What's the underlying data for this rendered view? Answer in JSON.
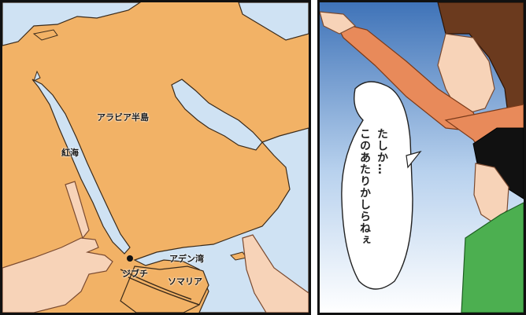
{
  "map": {
    "labels": {
      "arabian_peninsula": "アラビア半島",
      "red_sea": "紅海",
      "gulf_of_aden": "アデン湾",
      "djibouti": "ジブチ",
      "somalia": "ソマリア"
    },
    "colors": {
      "land": "#f2b266",
      "water": "#cfe2f3",
      "coast": "#3a2a1a"
    }
  },
  "scene": {
    "speech_lines": [
      "たしか…",
      "このあたりかしらねぇ"
    ],
    "colors": {
      "sky_top": "#3f73b8",
      "sky_bottom": "#ffffff",
      "woman_shirt": "#e88a5a",
      "boy_shirt": "#4caf50"
    }
  }
}
